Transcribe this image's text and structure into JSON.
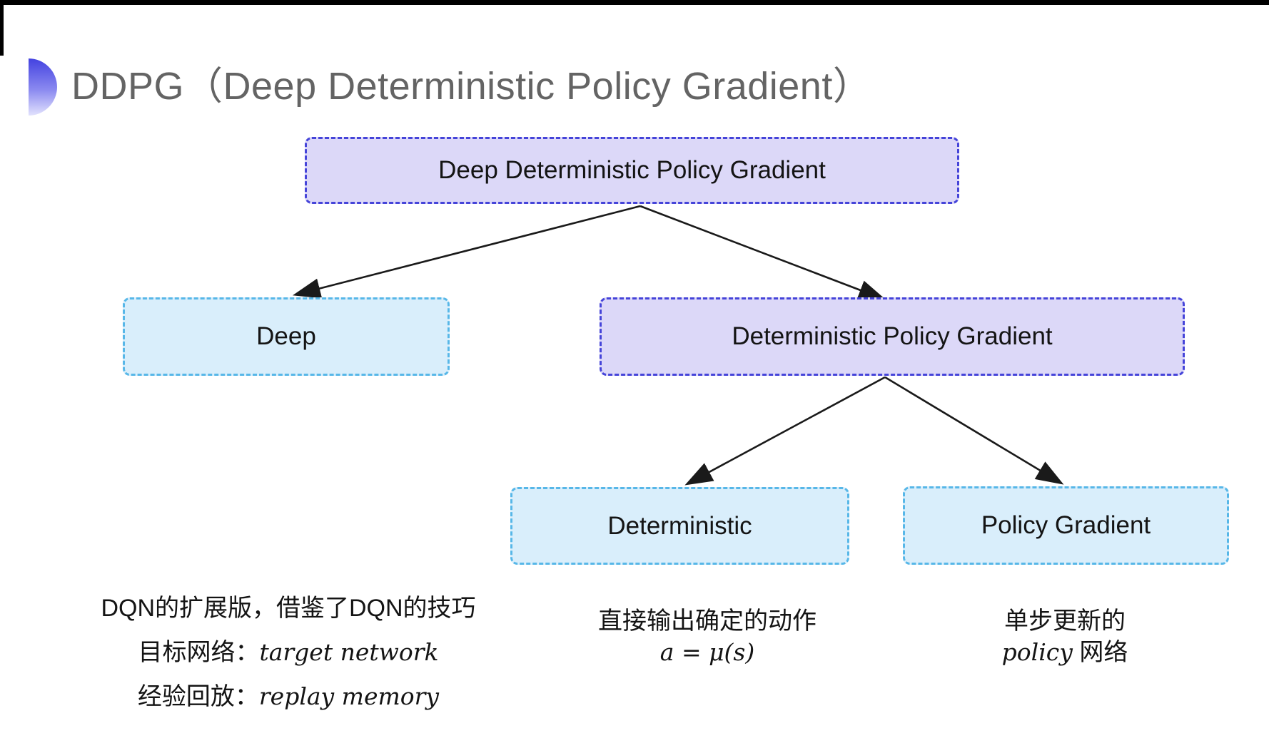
{
  "title": {
    "text": "DDPG（Deep Deterministic Policy Gradient）",
    "color": "#646464"
  },
  "icon": {
    "bullet": "half-circle-gradient-bullet"
  },
  "tree": {
    "root": {
      "label": "Deep Deterministic Policy Gradient"
    },
    "deep": {
      "label": "Deep"
    },
    "dpg": {
      "label": "Deterministic Policy Gradient"
    },
    "deterministic": {
      "label": "Deterministic"
    },
    "policy_gradient": {
      "label": "Policy Gradient"
    }
  },
  "notes": {
    "deep": {
      "line1": "DQN的扩展版，借鉴了DQN的技巧",
      "line2_label": "目标网络：",
      "line2_term": "target network",
      "line3_label": "经验回放：",
      "line3_term": "replay memory"
    },
    "deterministic": {
      "line1": "直接输出确定的动作",
      "line2_formula": "a = μ(s)"
    },
    "policy_gradient": {
      "line1": "单步更新的",
      "line2_term": "policy",
      "line2_suffix": " 网络"
    }
  },
  "colors": {
    "lavender_fill": "#dcd8f8",
    "lavender_border": "#4544d9",
    "blue_fill": "#d9eefb",
    "blue_border": "#57b7e8",
    "arrow": "#1a1a1a",
    "title_gray": "#646464"
  }
}
